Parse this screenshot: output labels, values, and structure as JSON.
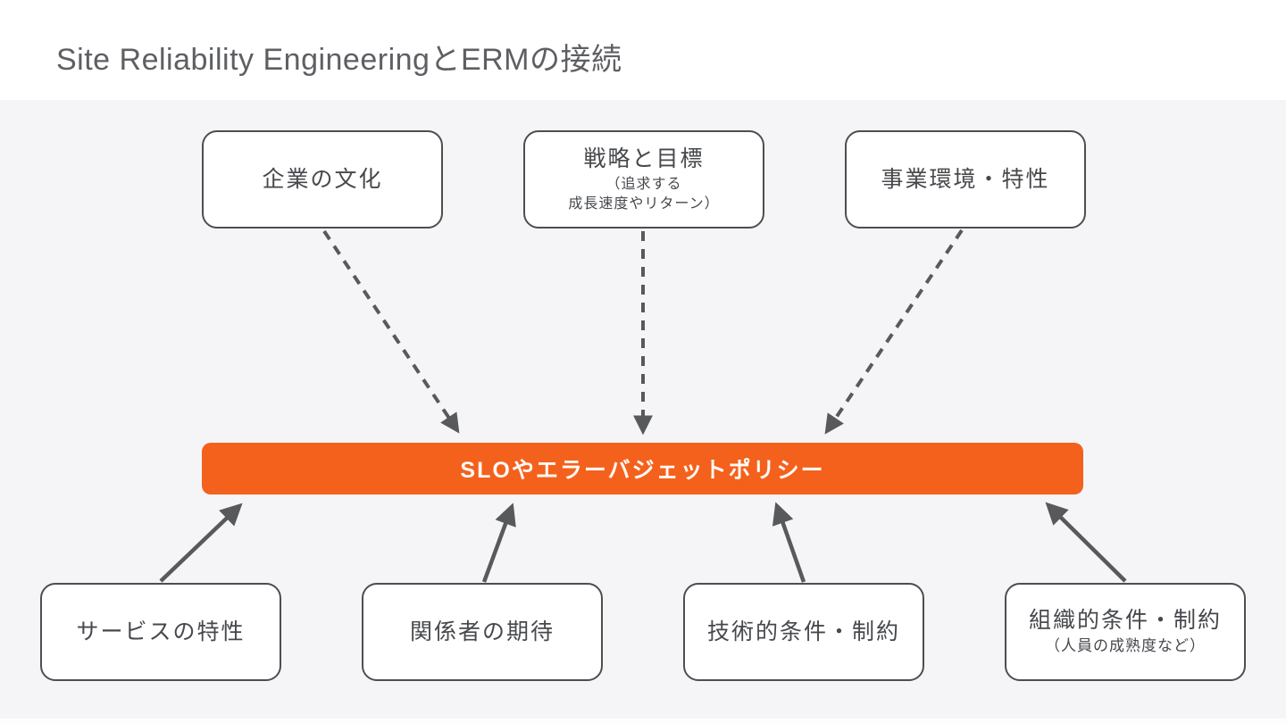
{
  "header": {
    "title": "Site Reliability EngineeringとERMの接続"
  },
  "diagram": {
    "center": {
      "label": "SLOやエラーバジェットポリシー"
    },
    "top_nodes": [
      {
        "id": "corporate-culture",
        "label": "企業の文化"
      },
      {
        "id": "strategy-goals",
        "label": "戦略と目標",
        "subline1": "（追求する",
        "subline2": "成長速度やリターン）"
      },
      {
        "id": "business-environment",
        "label": "事業環境・特性"
      }
    ],
    "bottom_nodes": [
      {
        "id": "service-characteristics",
        "label": "サービスの特性"
      },
      {
        "id": "stakeholder-expectations",
        "label": "関係者の期待"
      },
      {
        "id": "technical-constraints",
        "label": "技術的条件・制約"
      },
      {
        "id": "organizational-constraints",
        "label": "組織的条件・制約",
        "subline1": "（人員の成熟度など）"
      }
    ],
    "edges": [
      {
        "from": "企業の文化",
        "to": "SLOやエラーバジェットポリシー",
        "style": "dashed"
      },
      {
        "from": "戦略と目標",
        "to": "SLOやエラーバジェットポリシー",
        "style": "dashed"
      },
      {
        "from": "事業環境・特性",
        "to": "SLOやエラーバジェットポリシー",
        "style": "dashed"
      },
      {
        "from": "サービスの特性",
        "to": "SLOやエラーバジェットポリシー",
        "style": "solid"
      },
      {
        "from": "関係者の期待",
        "to": "SLOやエラーバジェットポリシー",
        "style": "solid"
      },
      {
        "from": "技術的条件・制約",
        "to": "SLOやエラーバジェットポリシー",
        "style": "solid"
      },
      {
        "from": "組織的条件・制約",
        "to": "SLOやエラーバジェットポリシー",
        "style": "solid"
      }
    ],
    "colors": {
      "accent_orange": "#f4611c",
      "node_border": "#4e4e50",
      "node_text": "#46484c",
      "arrow": "#58595b",
      "background": "#f5f5f7",
      "header_background": "#ffffff"
    }
  }
}
